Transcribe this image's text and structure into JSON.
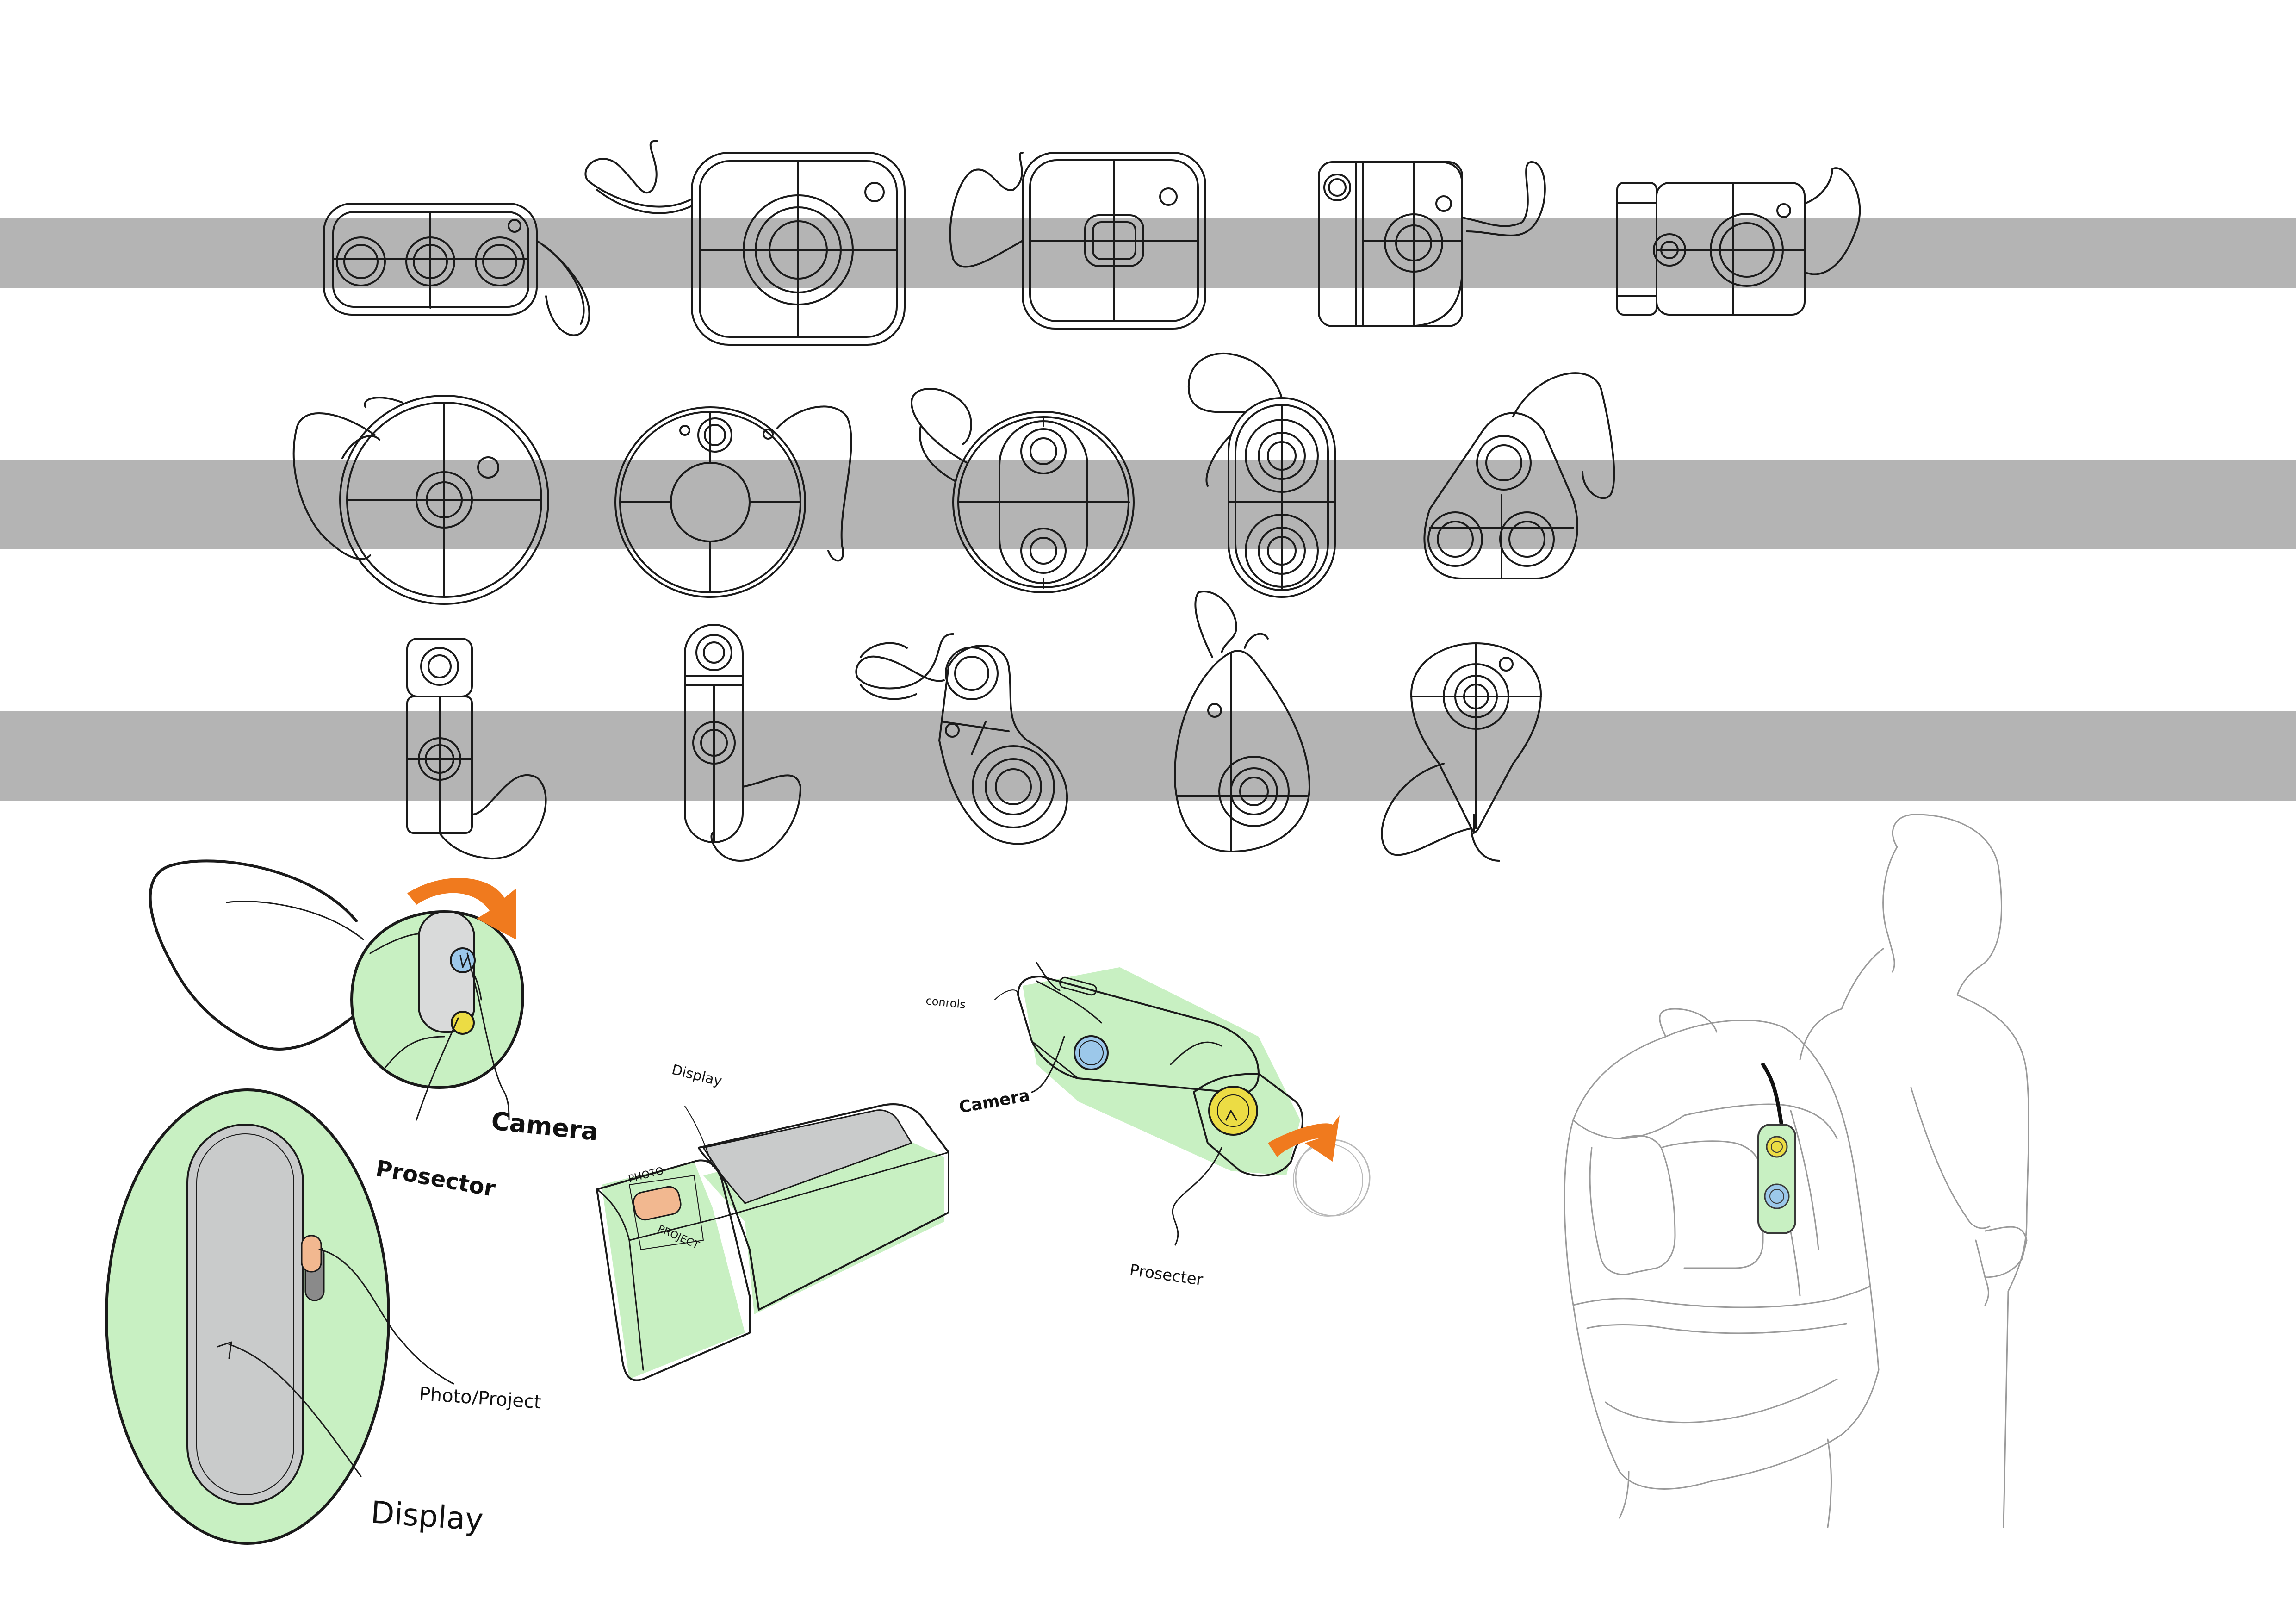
{
  "colors": {
    "band": "#b4b4b4",
    "stroke": "#1a1a1a",
    "glow": "#c8f0c2",
    "glow_edge": "#e6f8e2",
    "arrow": "#f07a1e",
    "button_blue": "#9cc8ea",
    "button_yellow": "#ecdc44",
    "button_peach": "#f2b890",
    "screen": "#c9cbcb",
    "figure_line": "#9a9a9a"
  },
  "callouts": {
    "wearable_top": {
      "camera": "Camera",
      "projector": "Prosector"
    },
    "oval_device": {
      "photo_project": "Photo/Project",
      "display": "Display"
    },
    "flat_device": {
      "display": "Display",
      "switch_top": "PHOTO",
      "switch_bottom": "PROJECT"
    },
    "bar_device": {
      "controls": "conrols",
      "camera": "Camera",
      "projector": "Prosecter"
    }
  }
}
